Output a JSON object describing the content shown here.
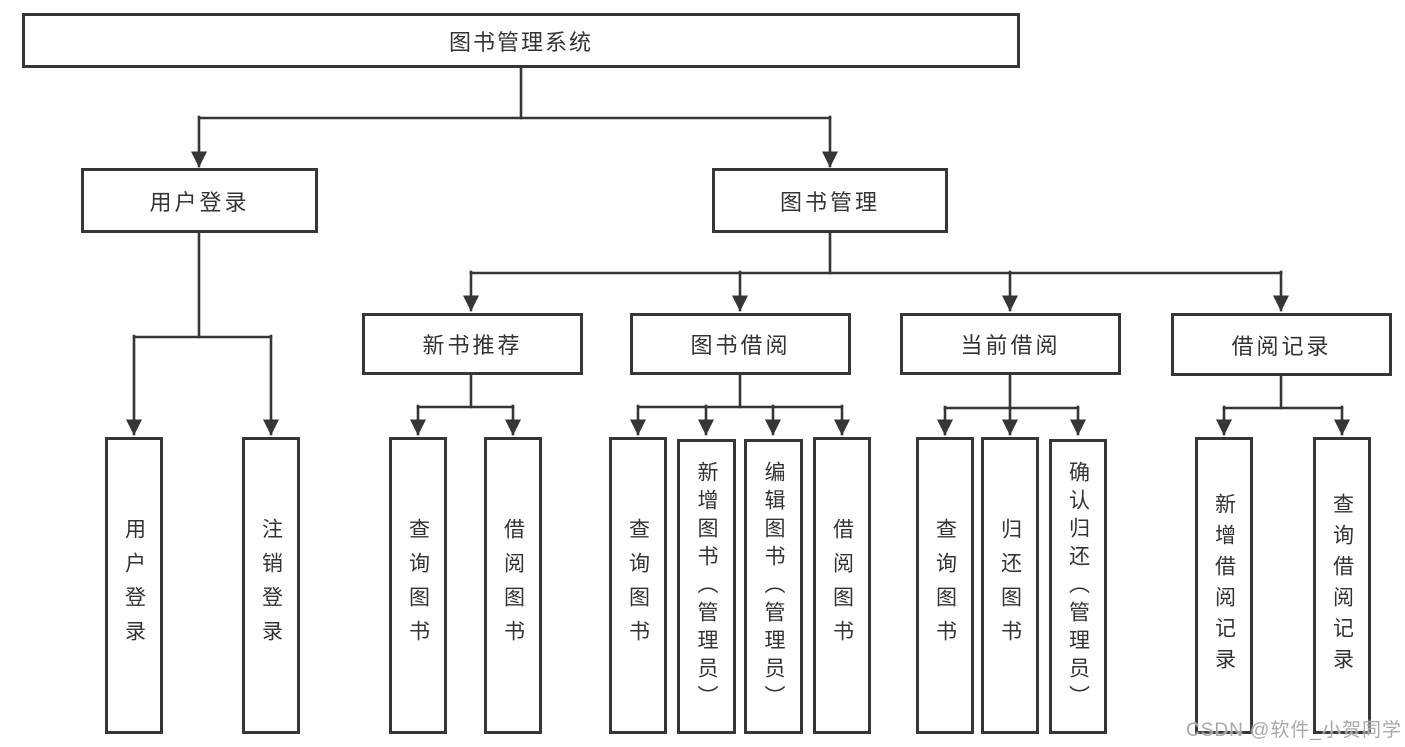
{
  "nodes": {
    "root": "图书管理系统",
    "userLogin": "用户登录",
    "bookMgmt": "图书管理",
    "login": "用户登录",
    "logout": "注销登录",
    "newBookRec": "新书推荐",
    "bookBorrow": "图书借阅",
    "currentBorrow": "当前借阅",
    "borrowRecord": "借阅记录",
    "nbrQuery": "查询图书",
    "nbrBorrow": "借阅图书",
    "bbQuery": "查询图书",
    "bbAdd": "新增图书（管理员）",
    "bbEdit": "编辑图书（管理员）",
    "bbBorrow": "借阅图书",
    "cbQuery": "查询图书",
    "cbReturn": "归还图书",
    "cbConfirm": "确认归还（管理员）",
    "brAdd": "新增借阅记录",
    "brQuery": "查询借阅记录"
  },
  "hierarchy": {
    "图书管理系统": {
      "用户登录": [
        "用户登录",
        "注销登录"
      ],
      "图书管理": {
        "新书推荐": [
          "查询图书",
          "借阅图书"
        ],
        "图书借阅": [
          "查询图书",
          "新增图书（管理员）",
          "编辑图书（管理员）",
          "借阅图书"
        ],
        "当前借阅": [
          "查询图书",
          "归还图书",
          "确认归还（管理员）"
        ],
        "借阅记录": [
          "新增借阅记录",
          "查询借阅记录"
        ]
      }
    }
  },
  "watermark": {
    "text": "CSDN @软件_小贺同学"
  },
  "colors": {
    "line": "#363636",
    "box_border": "#363636",
    "text": "#333333",
    "watermark": "#a9a9a9",
    "background": "#ffffff"
  }
}
